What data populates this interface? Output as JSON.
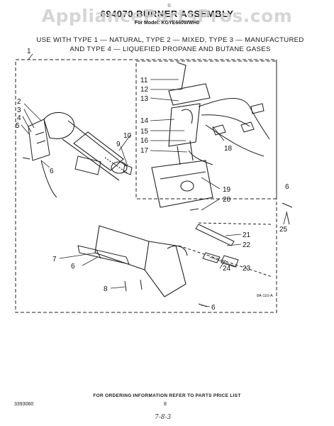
{
  "header": {
    "title": "694070 BURNER ASSEMBLY",
    "model_line": "For Model: KGYE660WWH0",
    "watermark": "AppliancePartsPros.com"
  },
  "usage_note": {
    "line1": "USE WITH TYPE 1 — NATURAL, TYPE 2 — MIXED, TYPE 3 — MANUFACTURED",
    "line2": "AND TYPE 4 — LIQUEFIED PROPANE AND BUTANE GASES"
  },
  "top_mark": "ıı",
  "callouts": {
    "c1": "1",
    "c2": "2",
    "c3": "3",
    "c4": "4",
    "c5": "5",
    "c6a": "6",
    "c6b": "6",
    "c6c": "6",
    "c6d": "6",
    "c7": "7",
    "c8": "8",
    "c9": "9",
    "c10": "10",
    "c11": "11",
    "c12": "12",
    "c13": "13",
    "c14": "14",
    "c15": "15",
    "c16": "16",
    "c17": "17",
    "c18": "18",
    "c19": "19",
    "c20": "20",
    "c21": "21",
    "c22": "22",
    "c23": "23",
    "c24": "24",
    "c25": "25"
  },
  "diagram_ref": "8A-110-A",
  "footer": {
    "ordering_note": "FOR ORDERING INFORMATION REFER TO PARTS PRICE LIST",
    "doc_number": "3393060",
    "page_number": "8",
    "handwritten_date": "7-8-3"
  }
}
